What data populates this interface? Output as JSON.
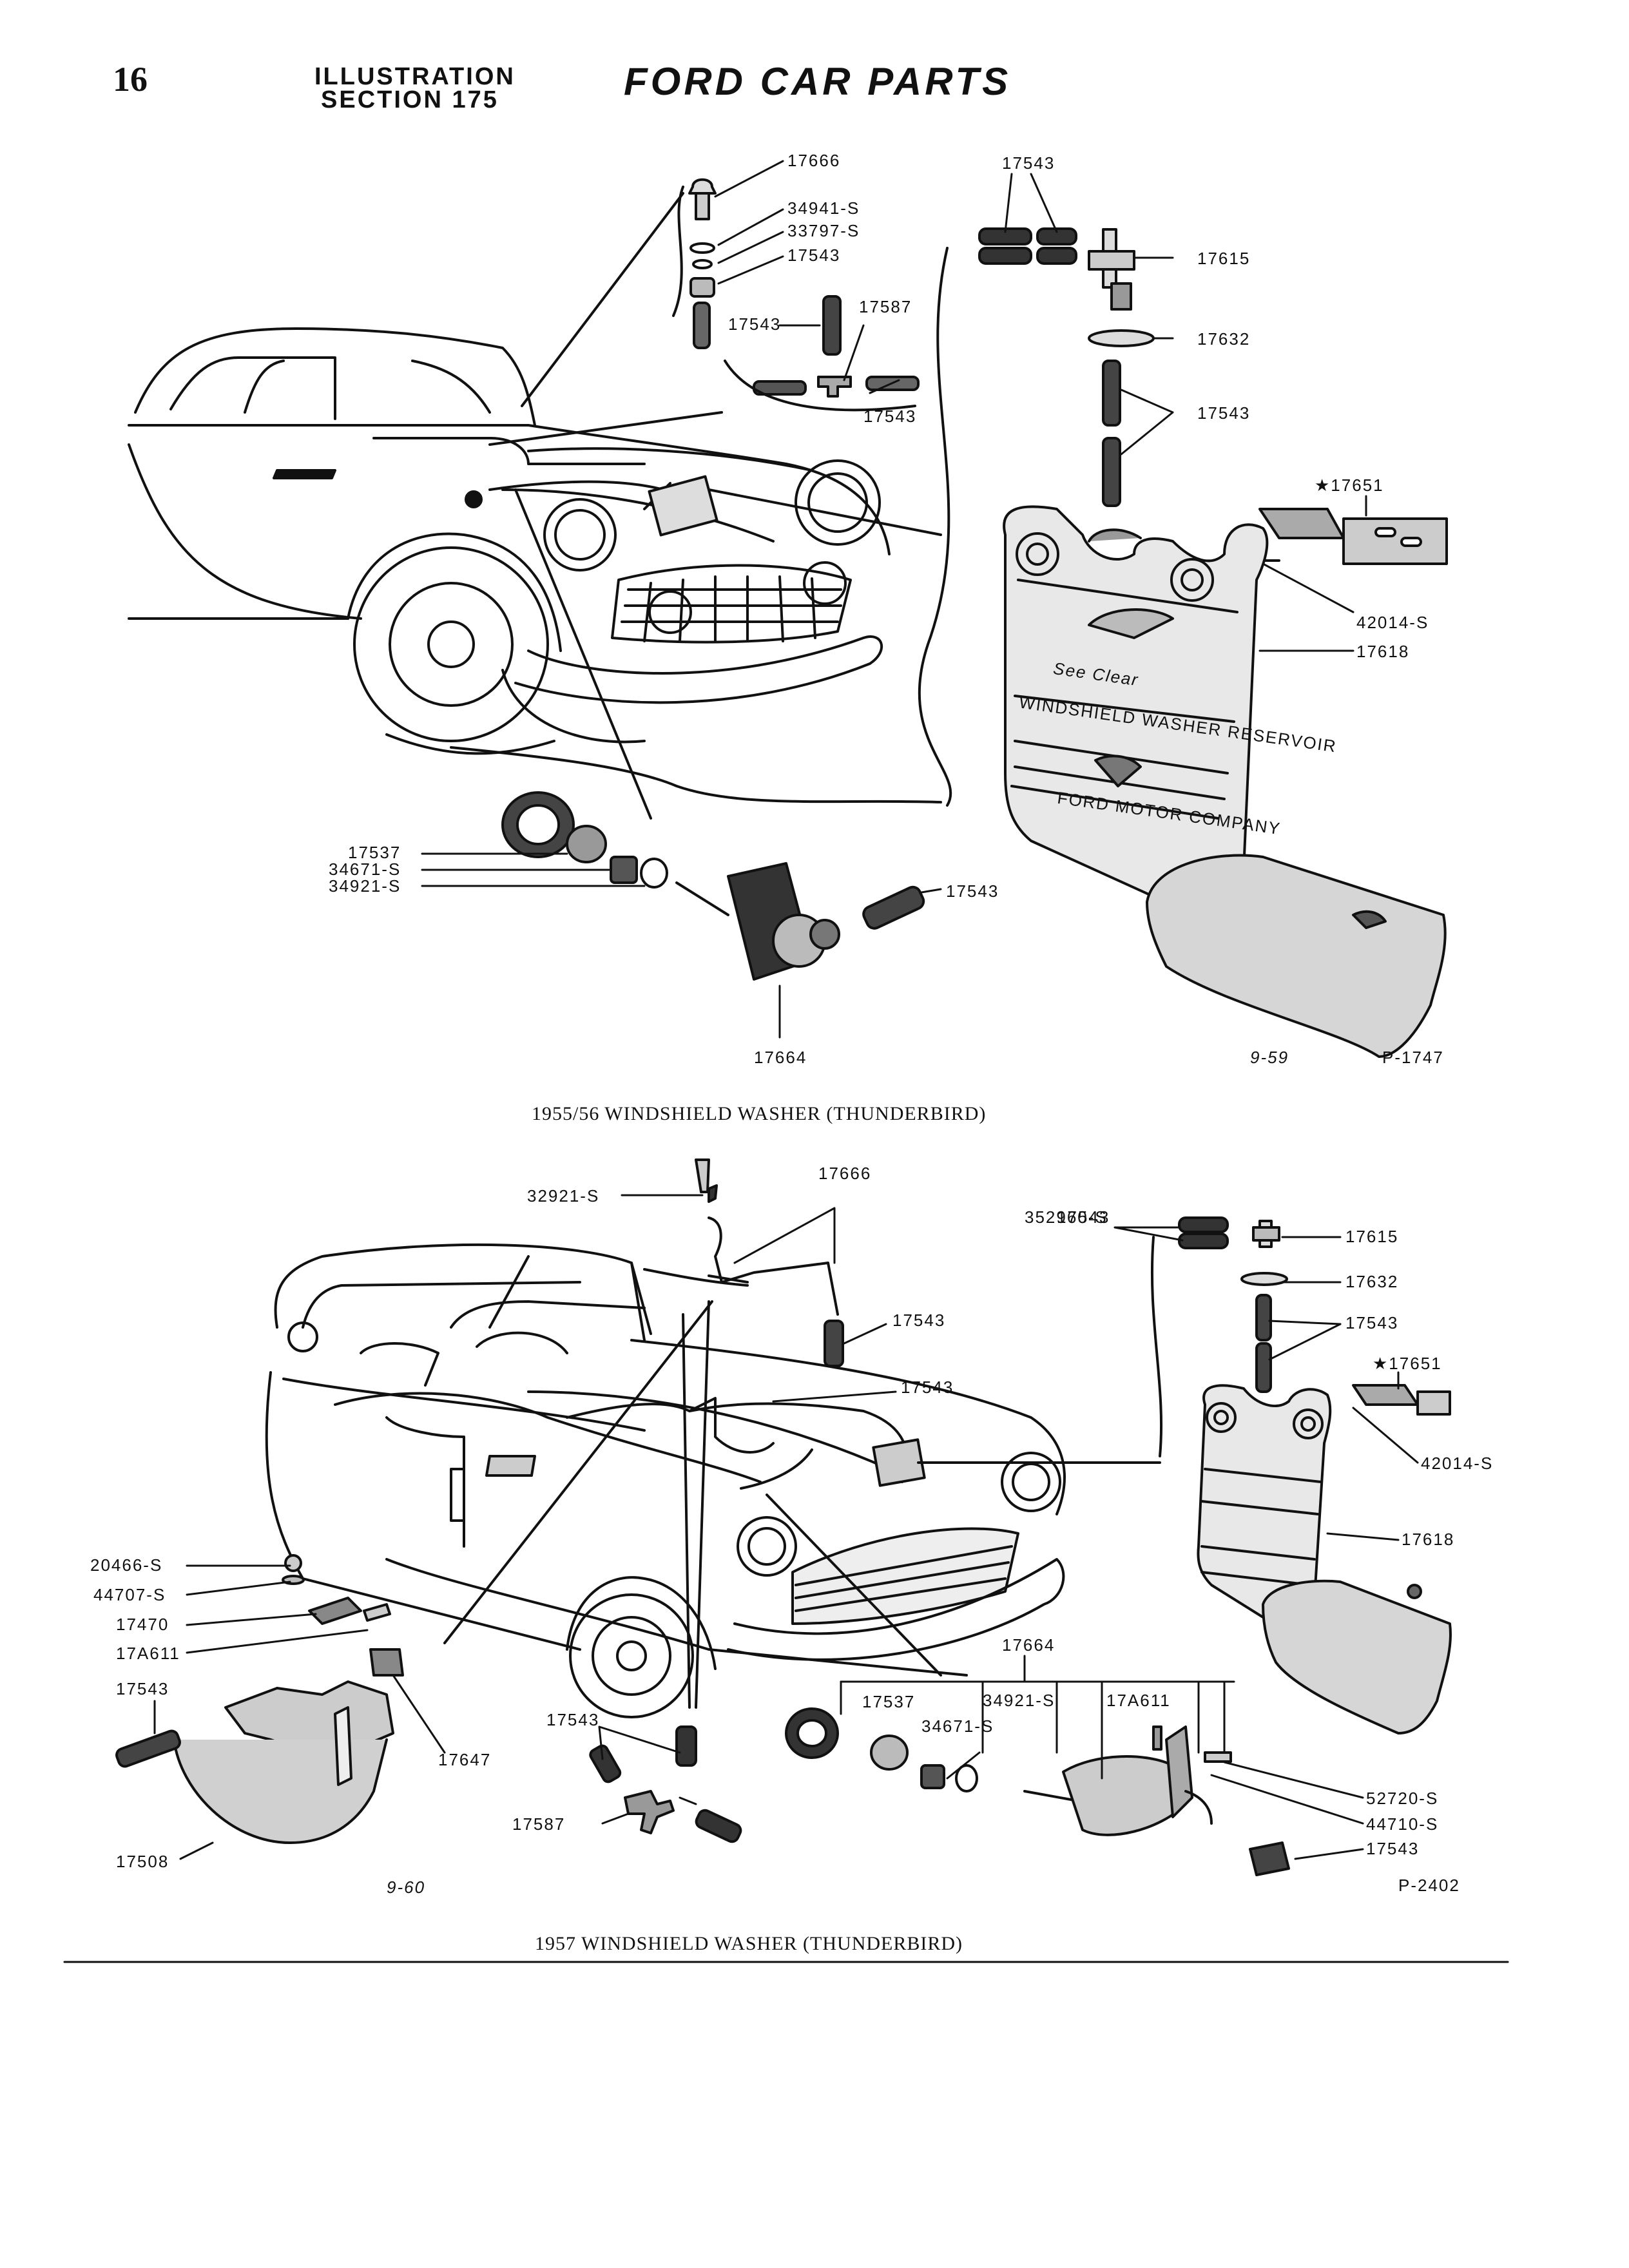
{
  "header": {
    "page_number": "16",
    "section_line1": "ILLUSTRATION",
    "section_line2": "SECTION 175",
    "title": "FORD CAR PARTS"
  },
  "figure1": {
    "caption": "1955/56 WINDSHIELD WASHER (THUNDERBIRD)",
    "date_code": "9-59",
    "plate": "P-1747",
    "reservoir_text": [
      "See Clear",
      "WINDSHIELD WASHER RESERVOIR",
      "FORD MOTOR COMPANY"
    ],
    "callouts": [
      {
        "id": "f1-17666",
        "text": "17666"
      },
      {
        "id": "f1-34941s",
        "text": "34941-S"
      },
      {
        "id": "f1-33797s",
        "text": "33797-S"
      },
      {
        "id": "f1-17543a",
        "text": "17543"
      },
      {
        "id": "f1-17543b",
        "text": "17543"
      },
      {
        "id": "f1-17587",
        "text": "17587"
      },
      {
        "id": "f1-17543c",
        "text": "17543"
      },
      {
        "id": "f1-17543d",
        "text": "17543"
      },
      {
        "id": "f1-17615",
        "text": "17615"
      },
      {
        "id": "f1-17632",
        "text": "17632"
      },
      {
        "id": "f1-17543e",
        "text": "17543"
      },
      {
        "id": "f1-17651",
        "text": "★17651"
      },
      {
        "id": "f1-42014s",
        "text": "42014-S"
      },
      {
        "id": "f1-17618",
        "text": "17618"
      },
      {
        "id": "f1-17537",
        "text": "17537"
      },
      {
        "id": "f1-34671s",
        "text": "34671-S"
      },
      {
        "id": "f1-34921s",
        "text": "34921-S"
      },
      {
        "id": "f1-17543f",
        "text": "17543"
      },
      {
        "id": "f1-17664",
        "text": "17664"
      }
    ]
  },
  "figure2": {
    "caption": "1957 WINDSHIELD WASHER (THUNDERBIRD)",
    "date_code": "9-60",
    "plate": "P-2402",
    "callouts": [
      {
        "id": "f2-32921s",
        "text": "32921-S"
      },
      {
        "id": "f2-17666",
        "text": "17666"
      },
      {
        "id": "f2-17543a",
        "text": "17543"
      },
      {
        "id": "f2-17543b",
        "text": "17543"
      },
      {
        "id": "f2-352960s",
        "text": "352960-S"
      },
      {
        "id": "f2-17543c",
        "text": "17543"
      },
      {
        "id": "f2-17615",
        "text": "17615"
      },
      {
        "id": "f2-17632",
        "text": "17632"
      },
      {
        "id": "f2-17543d",
        "text": "17543"
      },
      {
        "id": "f2-17651",
        "text": "★17651"
      },
      {
        "id": "f2-42014s",
        "text": "42014-S"
      },
      {
        "id": "f2-17618",
        "text": "17618"
      },
      {
        "id": "f2-20466s",
        "text": "20466-S"
      },
      {
        "id": "f2-44707s",
        "text": "44707-S"
      },
      {
        "id": "f2-17470",
        "text": "17470"
      },
      {
        "id": "f2-17a611a",
        "text": "17A611"
      },
      {
        "id": "f2-17543e",
        "text": "17543"
      },
      {
        "id": "f2-17647",
        "text": "17647"
      },
      {
        "id": "f2-17508",
        "text": "17508"
      },
      {
        "id": "f2-17543f",
        "text": "17543"
      },
      {
        "id": "f2-17587",
        "text": "17587"
      },
      {
        "id": "f2-17664",
        "text": "17664"
      },
      {
        "id": "f2-17537",
        "text": "17537"
      },
      {
        "id": "f2-34921s",
        "text": "34921-S"
      },
      {
        "id": "f2-17a611b",
        "text": "17A611"
      },
      {
        "id": "f2-34671s",
        "text": "34671-S"
      },
      {
        "id": "f2-52720s",
        "text": "52720-S"
      },
      {
        "id": "f2-44710s",
        "text": "44710-S"
      },
      {
        "id": "f2-17543g",
        "text": "17543"
      }
    ]
  },
  "colors": {
    "ink": "#111111",
    "paper": "#ffffff",
    "shade": "#bdbdbd"
  }
}
